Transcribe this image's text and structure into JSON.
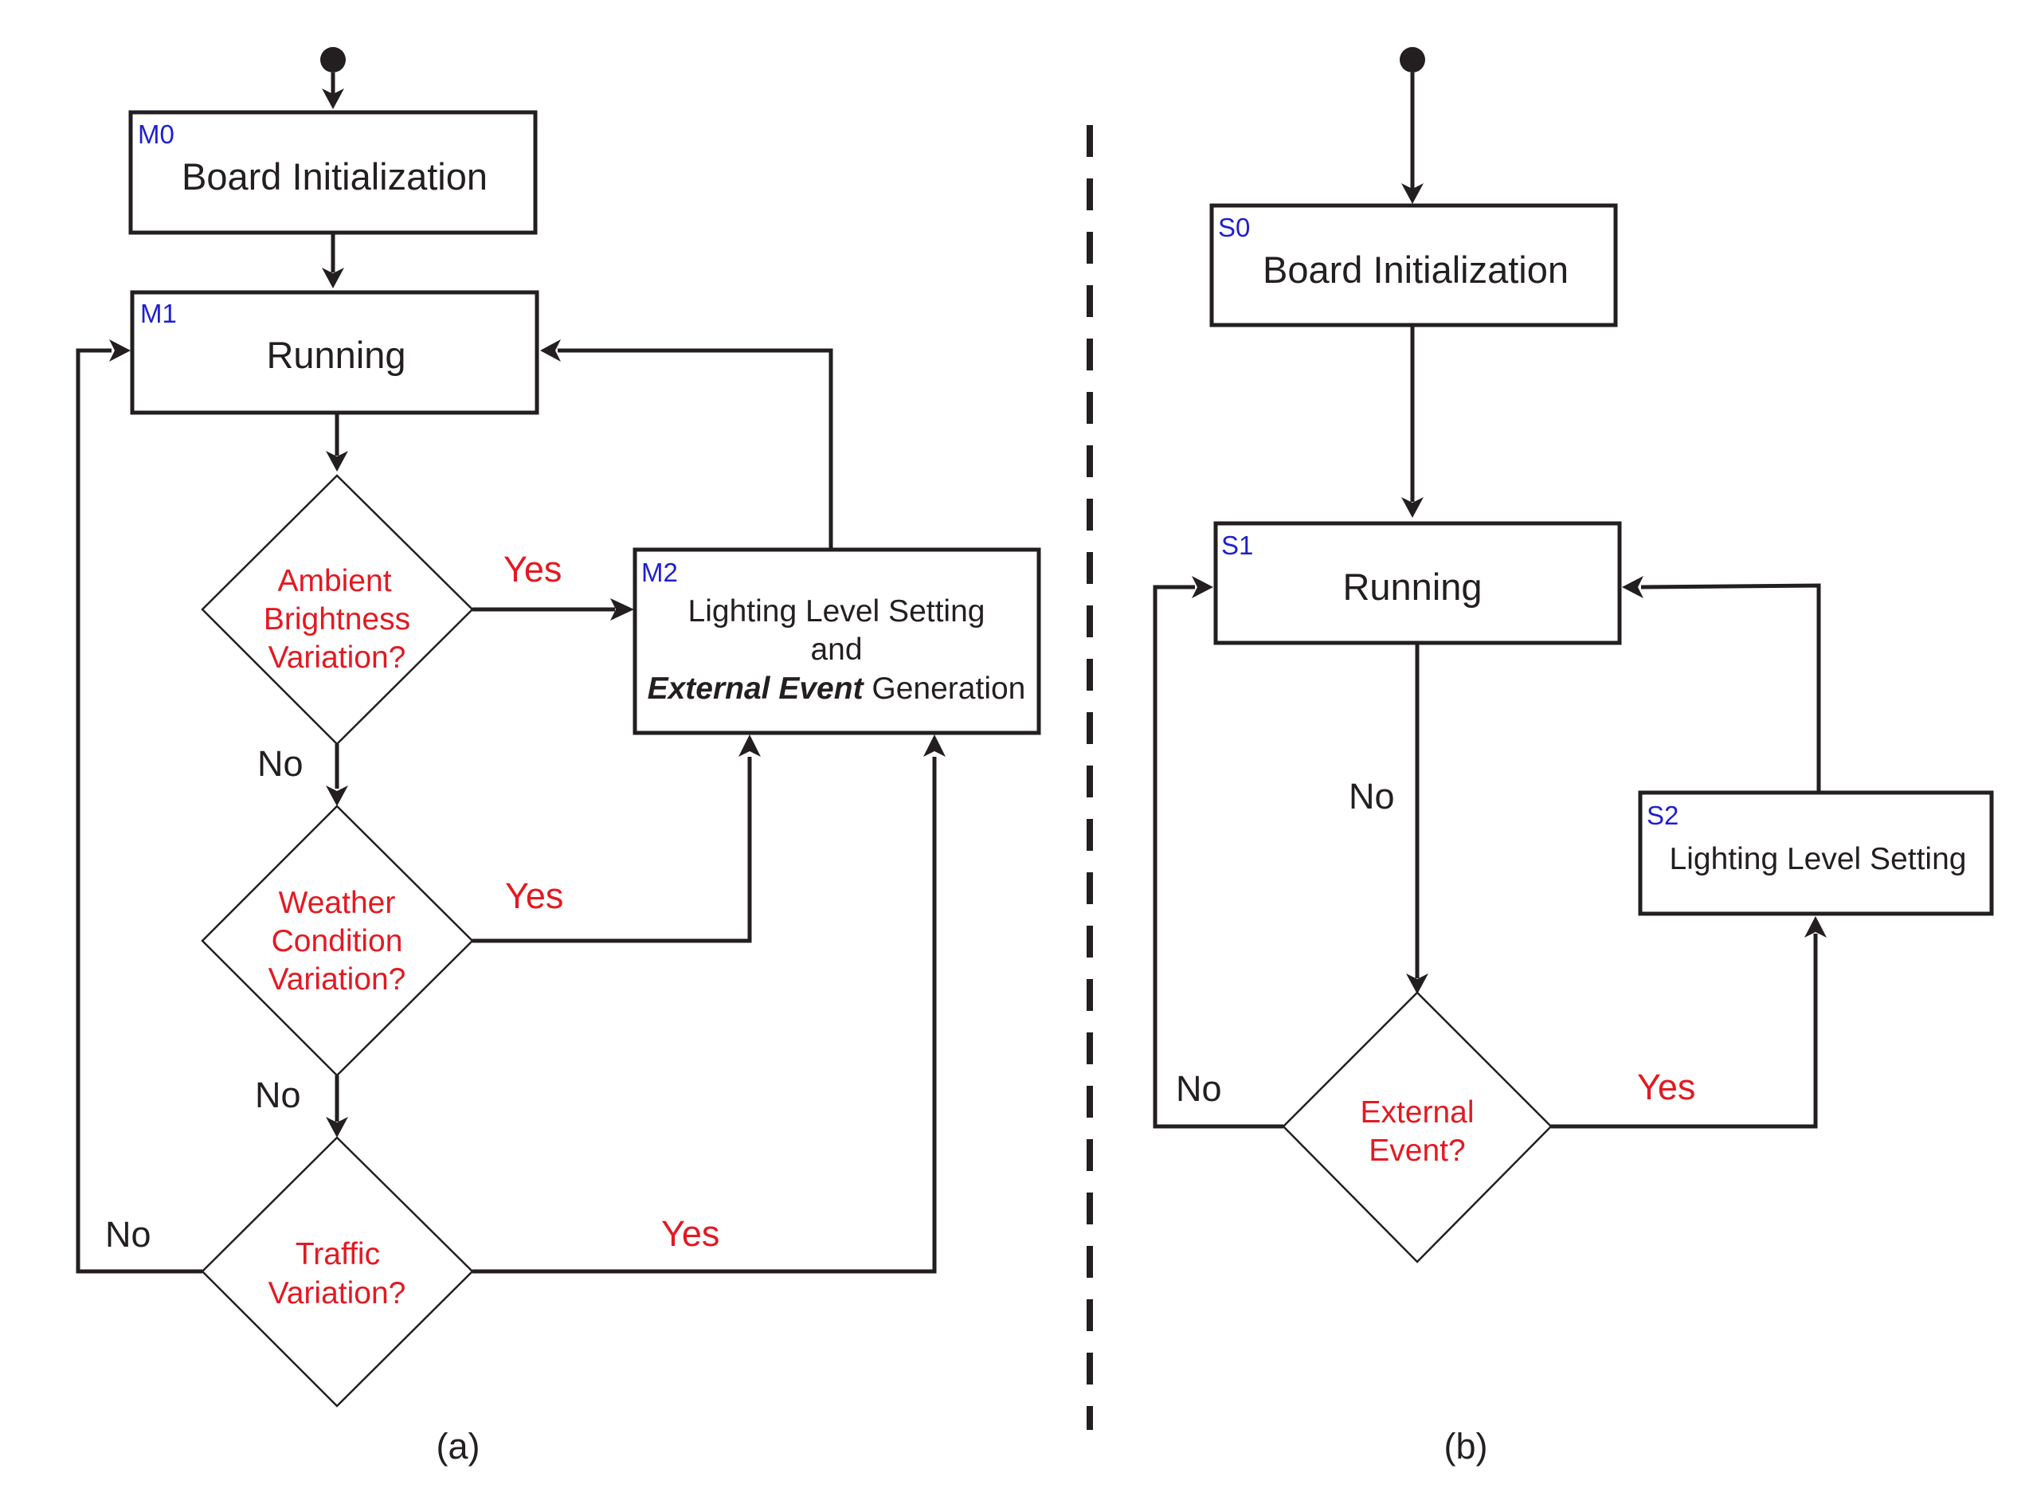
{
  "panel_a": {
    "caption": "(a)",
    "m0": {
      "tag": "M0",
      "label": "Board Initialization"
    },
    "m1": {
      "tag": "M1",
      "label": "Running"
    },
    "m2": {
      "tag": "M2",
      "line1": "Lighting Level Setting",
      "line2": "and",
      "line3_emphasis": "External Event",
      "line3_rest": " Generation"
    },
    "d1": {
      "lines": [
        "Ambient",
        "Brightness",
        "Variation?"
      ],
      "yes": "Yes",
      "no": "No"
    },
    "d2": {
      "lines": [
        "Weather",
        "Condition",
        "Variation?"
      ],
      "yes": "Yes",
      "no": "No"
    },
    "d3": {
      "lines": [
        "Traffic",
        "Variation?"
      ],
      "yes": "Yes",
      "no": "No"
    }
  },
  "panel_b": {
    "caption": "(b)",
    "s0": {
      "tag": "S0",
      "label": "Board Initialization"
    },
    "s1": {
      "tag": "S1",
      "label": "Running"
    },
    "s2": {
      "tag": "S2",
      "label": "Lighting Level Setting"
    },
    "d": {
      "lines": [
        "External",
        "Event?"
      ],
      "yes": "Yes",
      "no": "No",
      "no_down": "No"
    }
  },
  "colors": {
    "outline": "#231f20",
    "state_tag": "#1f1fd0",
    "condition_text": "#e21a22"
  }
}
